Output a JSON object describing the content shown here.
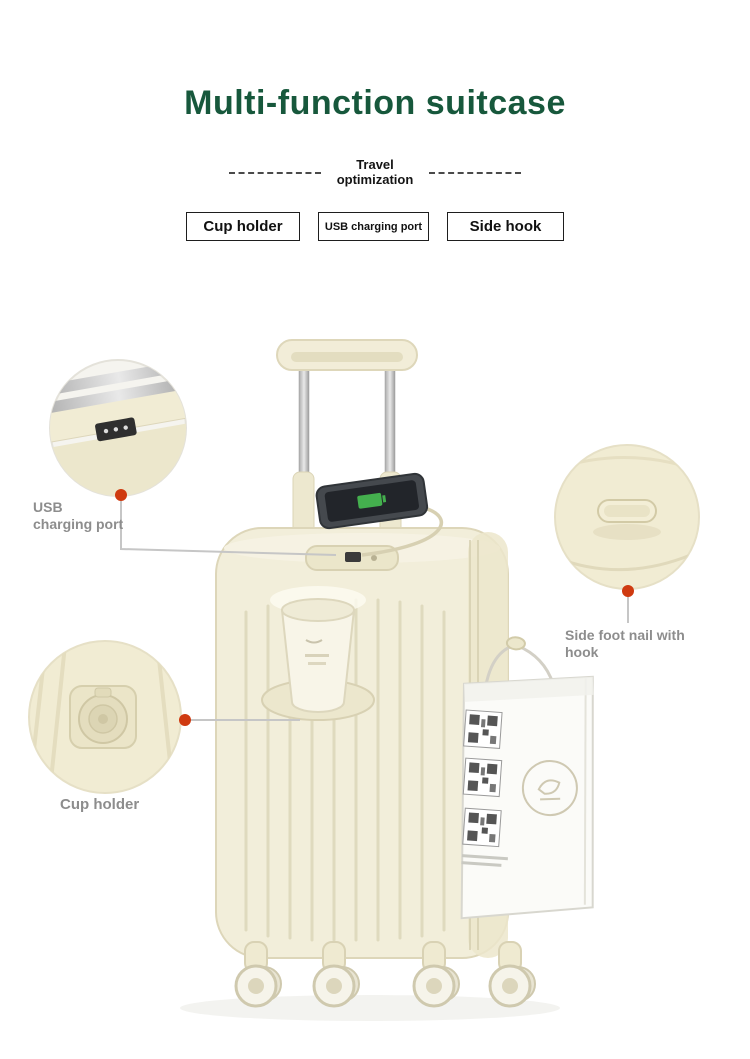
{
  "header": {
    "title": "Multi-function suitcase",
    "tagline": {
      "line1": "Travel",
      "line2": "optimization"
    },
    "features": [
      {
        "label": "Cup holder"
      },
      {
        "label": "USB charging port"
      },
      {
        "label": "Side hook"
      }
    ]
  },
  "callouts": {
    "usb_label": "USB charging port",
    "side_hook_label": "Side foot nail with hook",
    "cup_holder_label": "Cup holder"
  },
  "colors": {
    "title_green": "#17583c",
    "accent_dot": "#cf3a10",
    "suitcase_cream": "#f2eeda",
    "label_gray": "#8d8d8d"
  }
}
